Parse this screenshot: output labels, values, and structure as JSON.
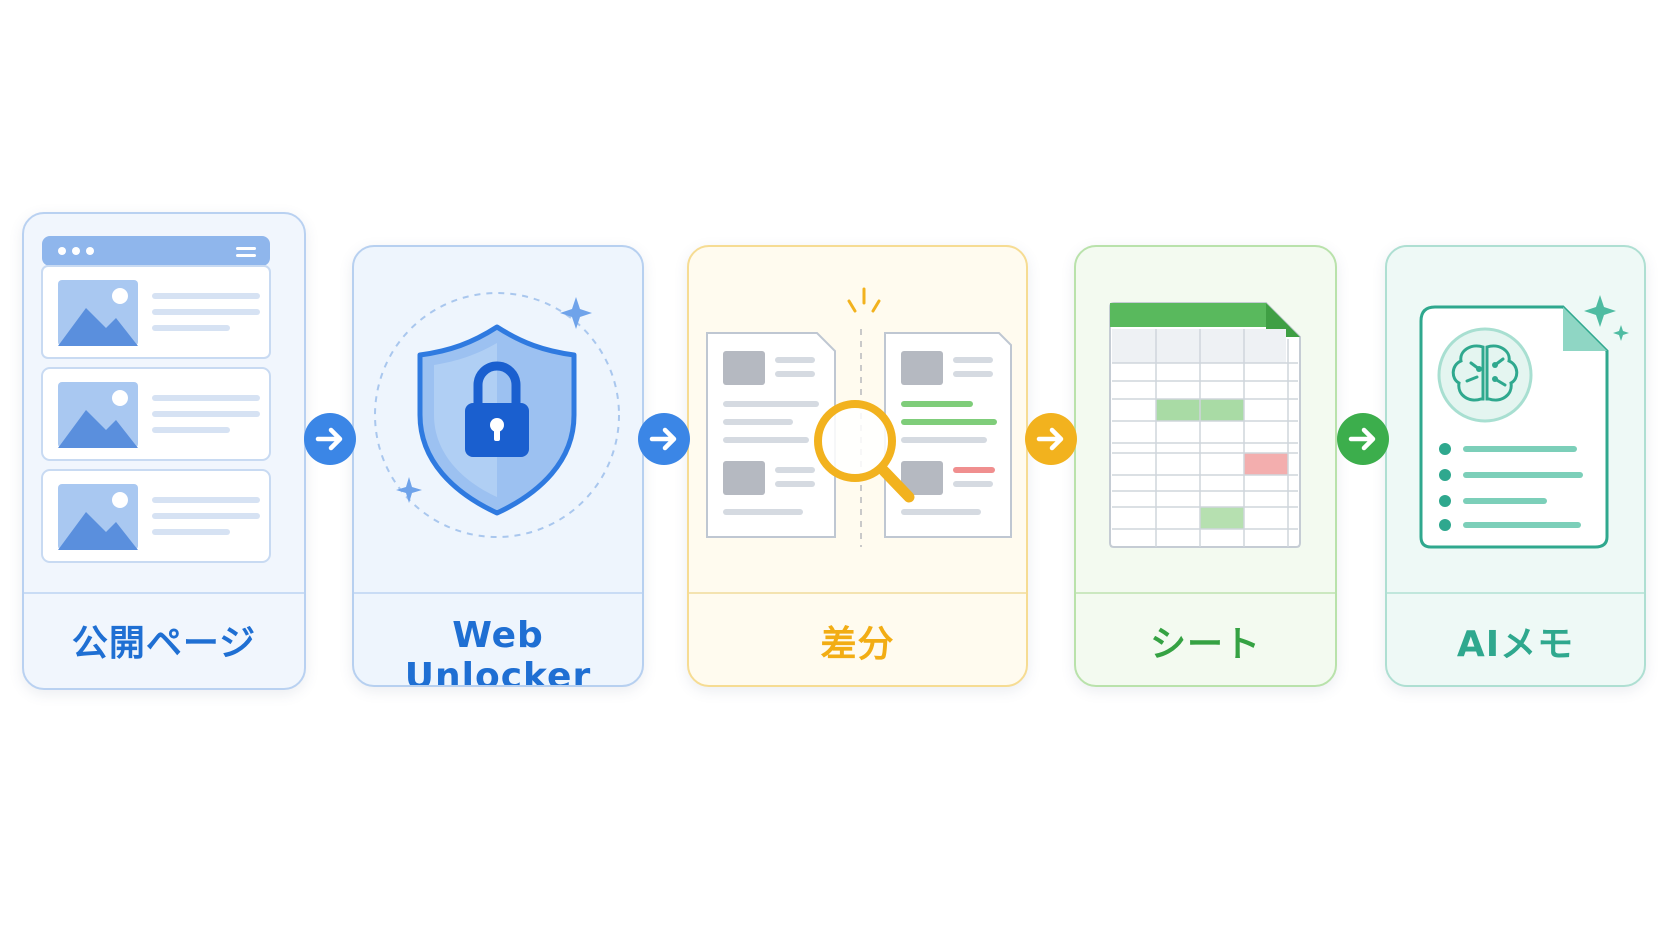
{
  "steps": [
    {
      "id": "public-page",
      "label": "公開ページ",
      "icon": "web-page-list-icon",
      "color": "#1f6fd3"
    },
    {
      "id": "web-unlocker",
      "label": "Web Unlocker",
      "icon": "shield-lock-icon",
      "color": "#1f6fd3"
    },
    {
      "id": "diff",
      "label": "差分",
      "icon": "document-compare-magnifier-icon",
      "color": "#f2ad14"
    },
    {
      "id": "sheet",
      "label": "シート",
      "icon": "spreadsheet-icon",
      "color": "#35a243"
    },
    {
      "id": "ai-memo",
      "label": "AIメモ",
      "icon": "ai-brain-document-icon",
      "color": "#2fa88e"
    }
  ],
  "arrows": [
    {
      "icon": "arrow-right-icon",
      "color": "#3b86e6"
    },
    {
      "icon": "arrow-right-icon",
      "color": "#3b86e6"
    },
    {
      "icon": "arrow-right-icon",
      "color": "#f2b21e"
    },
    {
      "icon": "arrow-right-icon",
      "color": "#3cae4c"
    }
  ]
}
